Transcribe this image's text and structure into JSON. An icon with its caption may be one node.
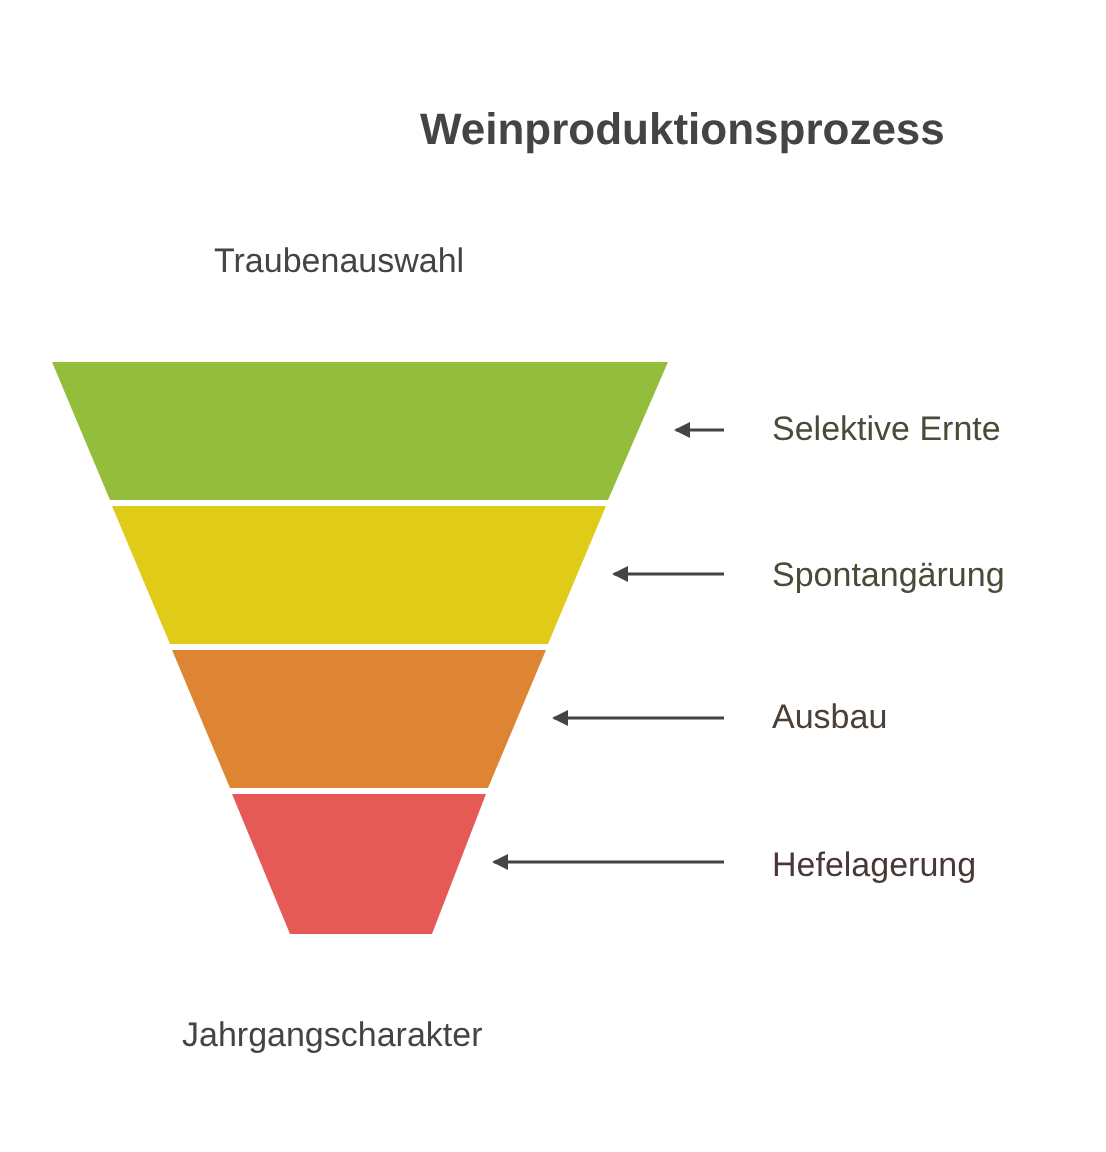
{
  "diagram": {
    "title": "Weinproduktionsprozess",
    "nodes": [
      {
        "text": [],
        "shape": "trapezoid"
      },
      {
        "text": [],
        "shape": "trapezoid"
      },
      {
        "text": [],
        "shape": "trapezoid"
      },
      {
        "text": [],
        "shape": "trapezoid"
      },
      {
        "text": [
          "Selektive Ernte"
        ]
      },
      {
        "text": [
          "Spontangärung"
        ]
      },
      {
        "text": [
          "Ausbau"
        ]
      },
      {
        "text": [
          "Hefelagerung"
        ]
      }
    ],
    "edges": [
      {
        "from": 4,
        "to": 0,
        "arrow": "to"
      },
      {
        "from": 5,
        "to": 1,
        "arrow": "to"
      },
      {
        "from": 6,
        "to": 2,
        "arrow": "to"
      },
      {
        "from": 7,
        "to": 3,
        "arrow": "to"
      }
    ],
    "labels": [
      "Traubenauswahl",
      "Jahrgangscharakter"
    ]
  }
}
